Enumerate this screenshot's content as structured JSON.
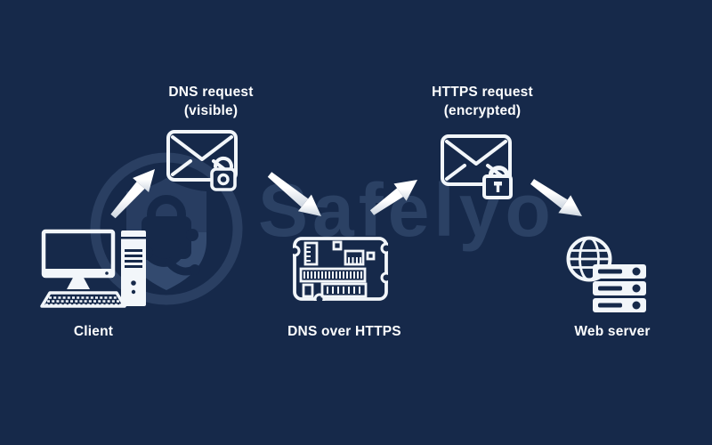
{
  "colors": {
    "background": "#16294a",
    "icon_stroke": "#f2f6fa",
    "label_text": "#fdfeff",
    "arrow_fill": "#eef2f7",
    "watermark_tint": "#2b4064"
  },
  "watermark": {
    "brand": "Safelyo",
    "logo": "shield-lock-badge-icon"
  },
  "nodes": {
    "client": {
      "label": "Client",
      "icon": "desktop-computer-icon"
    },
    "dns_request": {
      "label": "DNS request",
      "sublabel": "(visible)",
      "icon": "envelope-open-padlock-icon"
    },
    "doh": {
      "label": "DNS over HTTPS",
      "icon": "circuit-board-icon"
    },
    "https_request": {
      "label": "HTTPS request",
      "sublabel": "(encrypted)",
      "icon": "envelope-closed-padlock-icon"
    },
    "web_server": {
      "label": "Web server",
      "icon": "globe-server-stack-icon"
    }
  },
  "arrows": [
    {
      "from": "client",
      "to": "dns_request"
    },
    {
      "from": "dns_request",
      "to": "doh"
    },
    {
      "from": "doh",
      "to": "https_request"
    },
    {
      "from": "https_request",
      "to": "web_server"
    }
  ]
}
